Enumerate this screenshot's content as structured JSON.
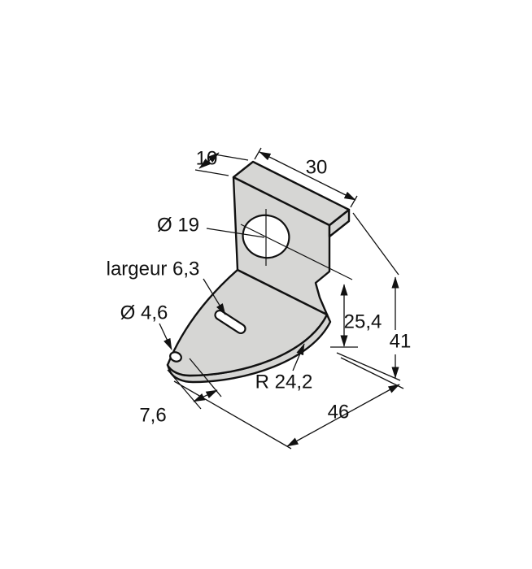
{
  "drawing": {
    "colors": {
      "part_fill": "#d6d6d4",
      "line": "#111111",
      "background": "#ffffff"
    },
    "dimensions": {
      "flange_depth": "10",
      "flange_width": "30",
      "large_hole_diameter": "Ø 19",
      "slot_width": "largeur 6,3",
      "small_hole_diameter": "Ø 4,6",
      "hole_center_height": "25,4",
      "total_height": "41",
      "edge_radius": "R 24,2",
      "tip_offset": "7,6",
      "base_length": "46"
    }
  }
}
